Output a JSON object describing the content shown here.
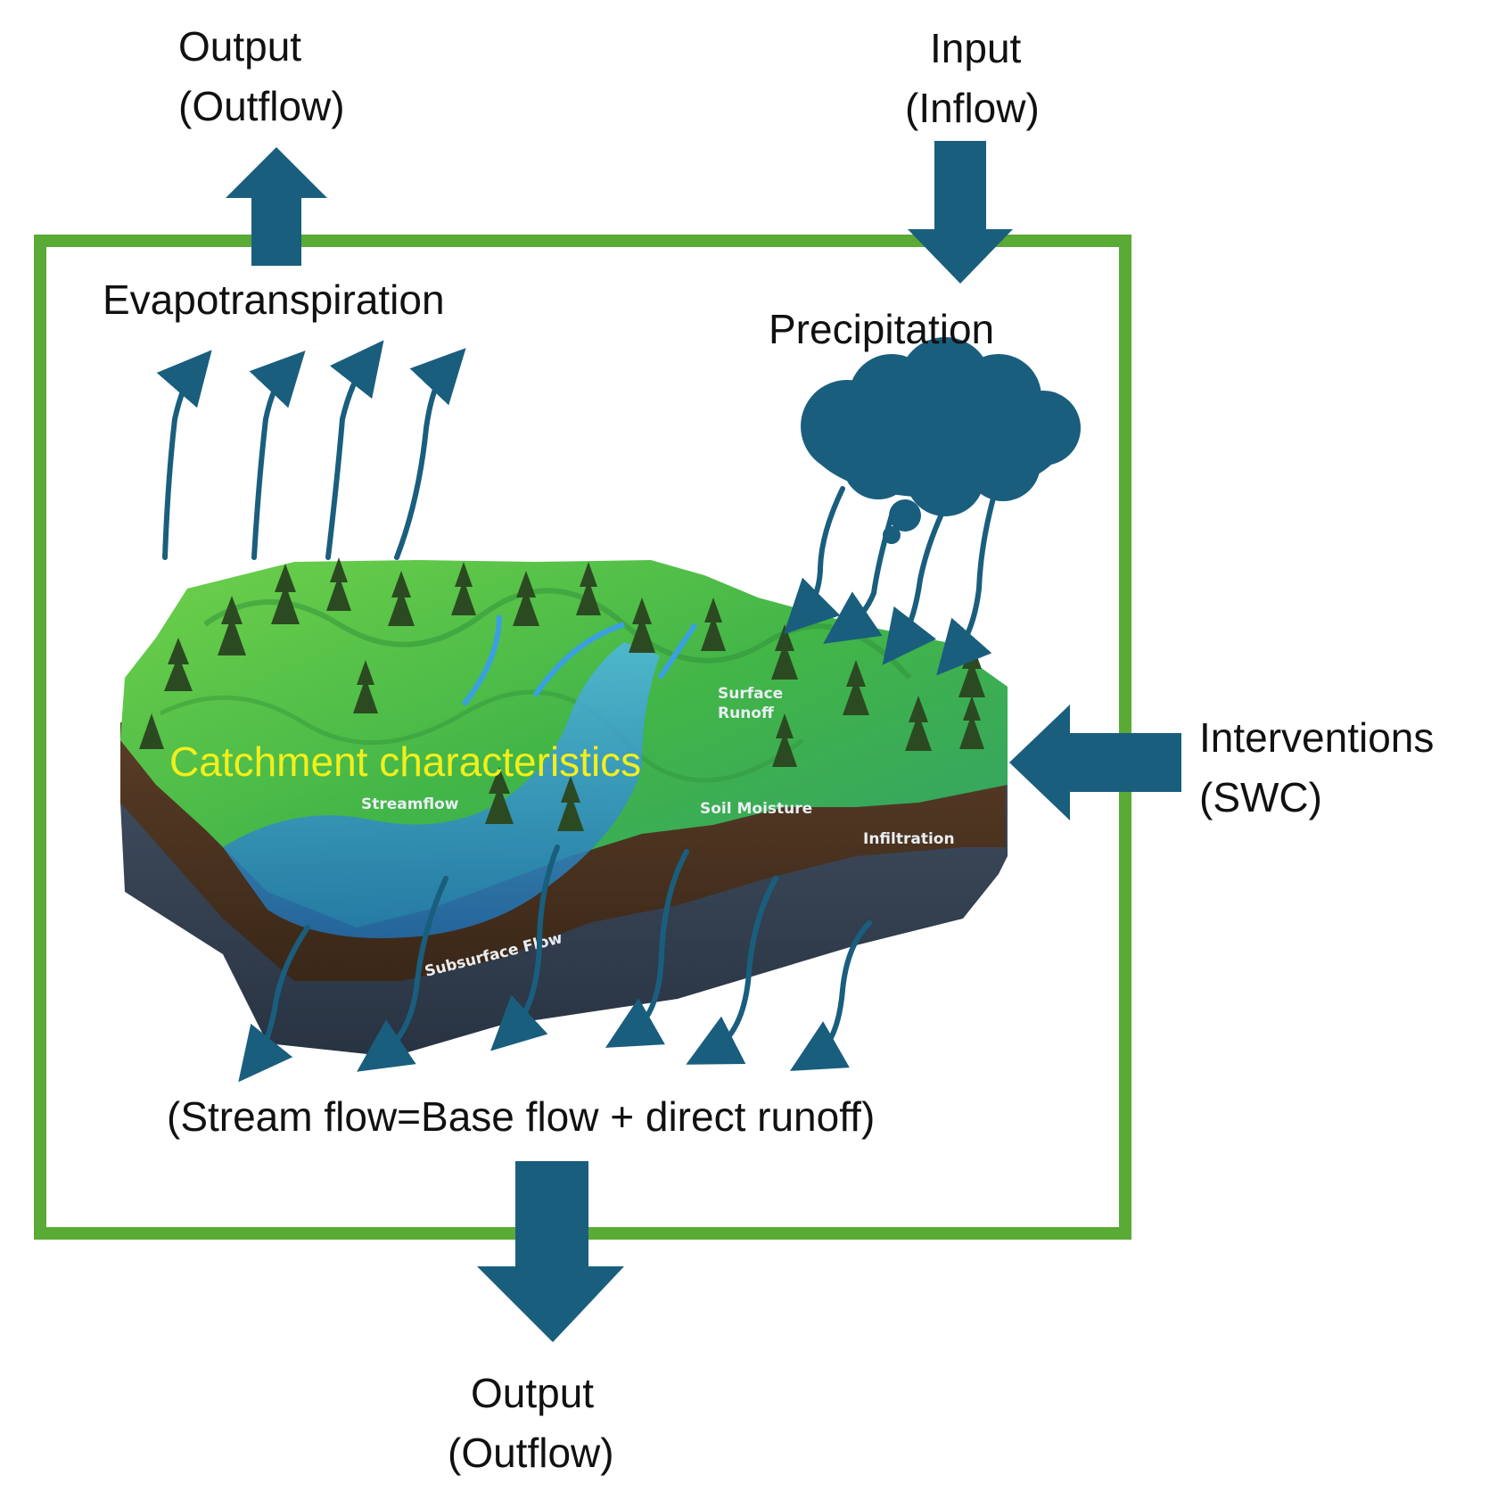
{
  "colors": {
    "arrow": "#1a5e7e",
    "frame": "#5aaa36",
    "highlight_text": "#f2ef1c",
    "terrain_green": "#4fbf3c",
    "water": "#2f8fcf",
    "soil": "#4a3322",
    "bedrock": "#34404f"
  },
  "labels": {
    "output_top_line1": "Output",
    "output_top_line2": "(Outflow)",
    "input_line1": "Input",
    "input_line2": "(Inflow)",
    "evapotranspiration": "Evapotranspiration",
    "precipitation": "Precipitation",
    "interventions_line1": "Interventions",
    "interventions_line2": "(SWC)",
    "catchment": "Catchment characteristics",
    "stream_equation": "(Stream flow=Base flow + direct runoff)",
    "output_bottom_line1": "Output",
    "output_bottom_line2": "(Outflow)"
  },
  "illustration_labels": {
    "surface_runoff_line1": "Surface",
    "surface_runoff_line2": "Runoff",
    "streamflow": "Streamflow",
    "soil_moisture": "Soil Moisture",
    "infiltration": "Infiltration",
    "subsurface_flow": "Subsurface Flow"
  },
  "icons": {
    "cloud": "cloud-icon",
    "tree": "tree-icon",
    "arrow": "block-arrow-icon"
  }
}
